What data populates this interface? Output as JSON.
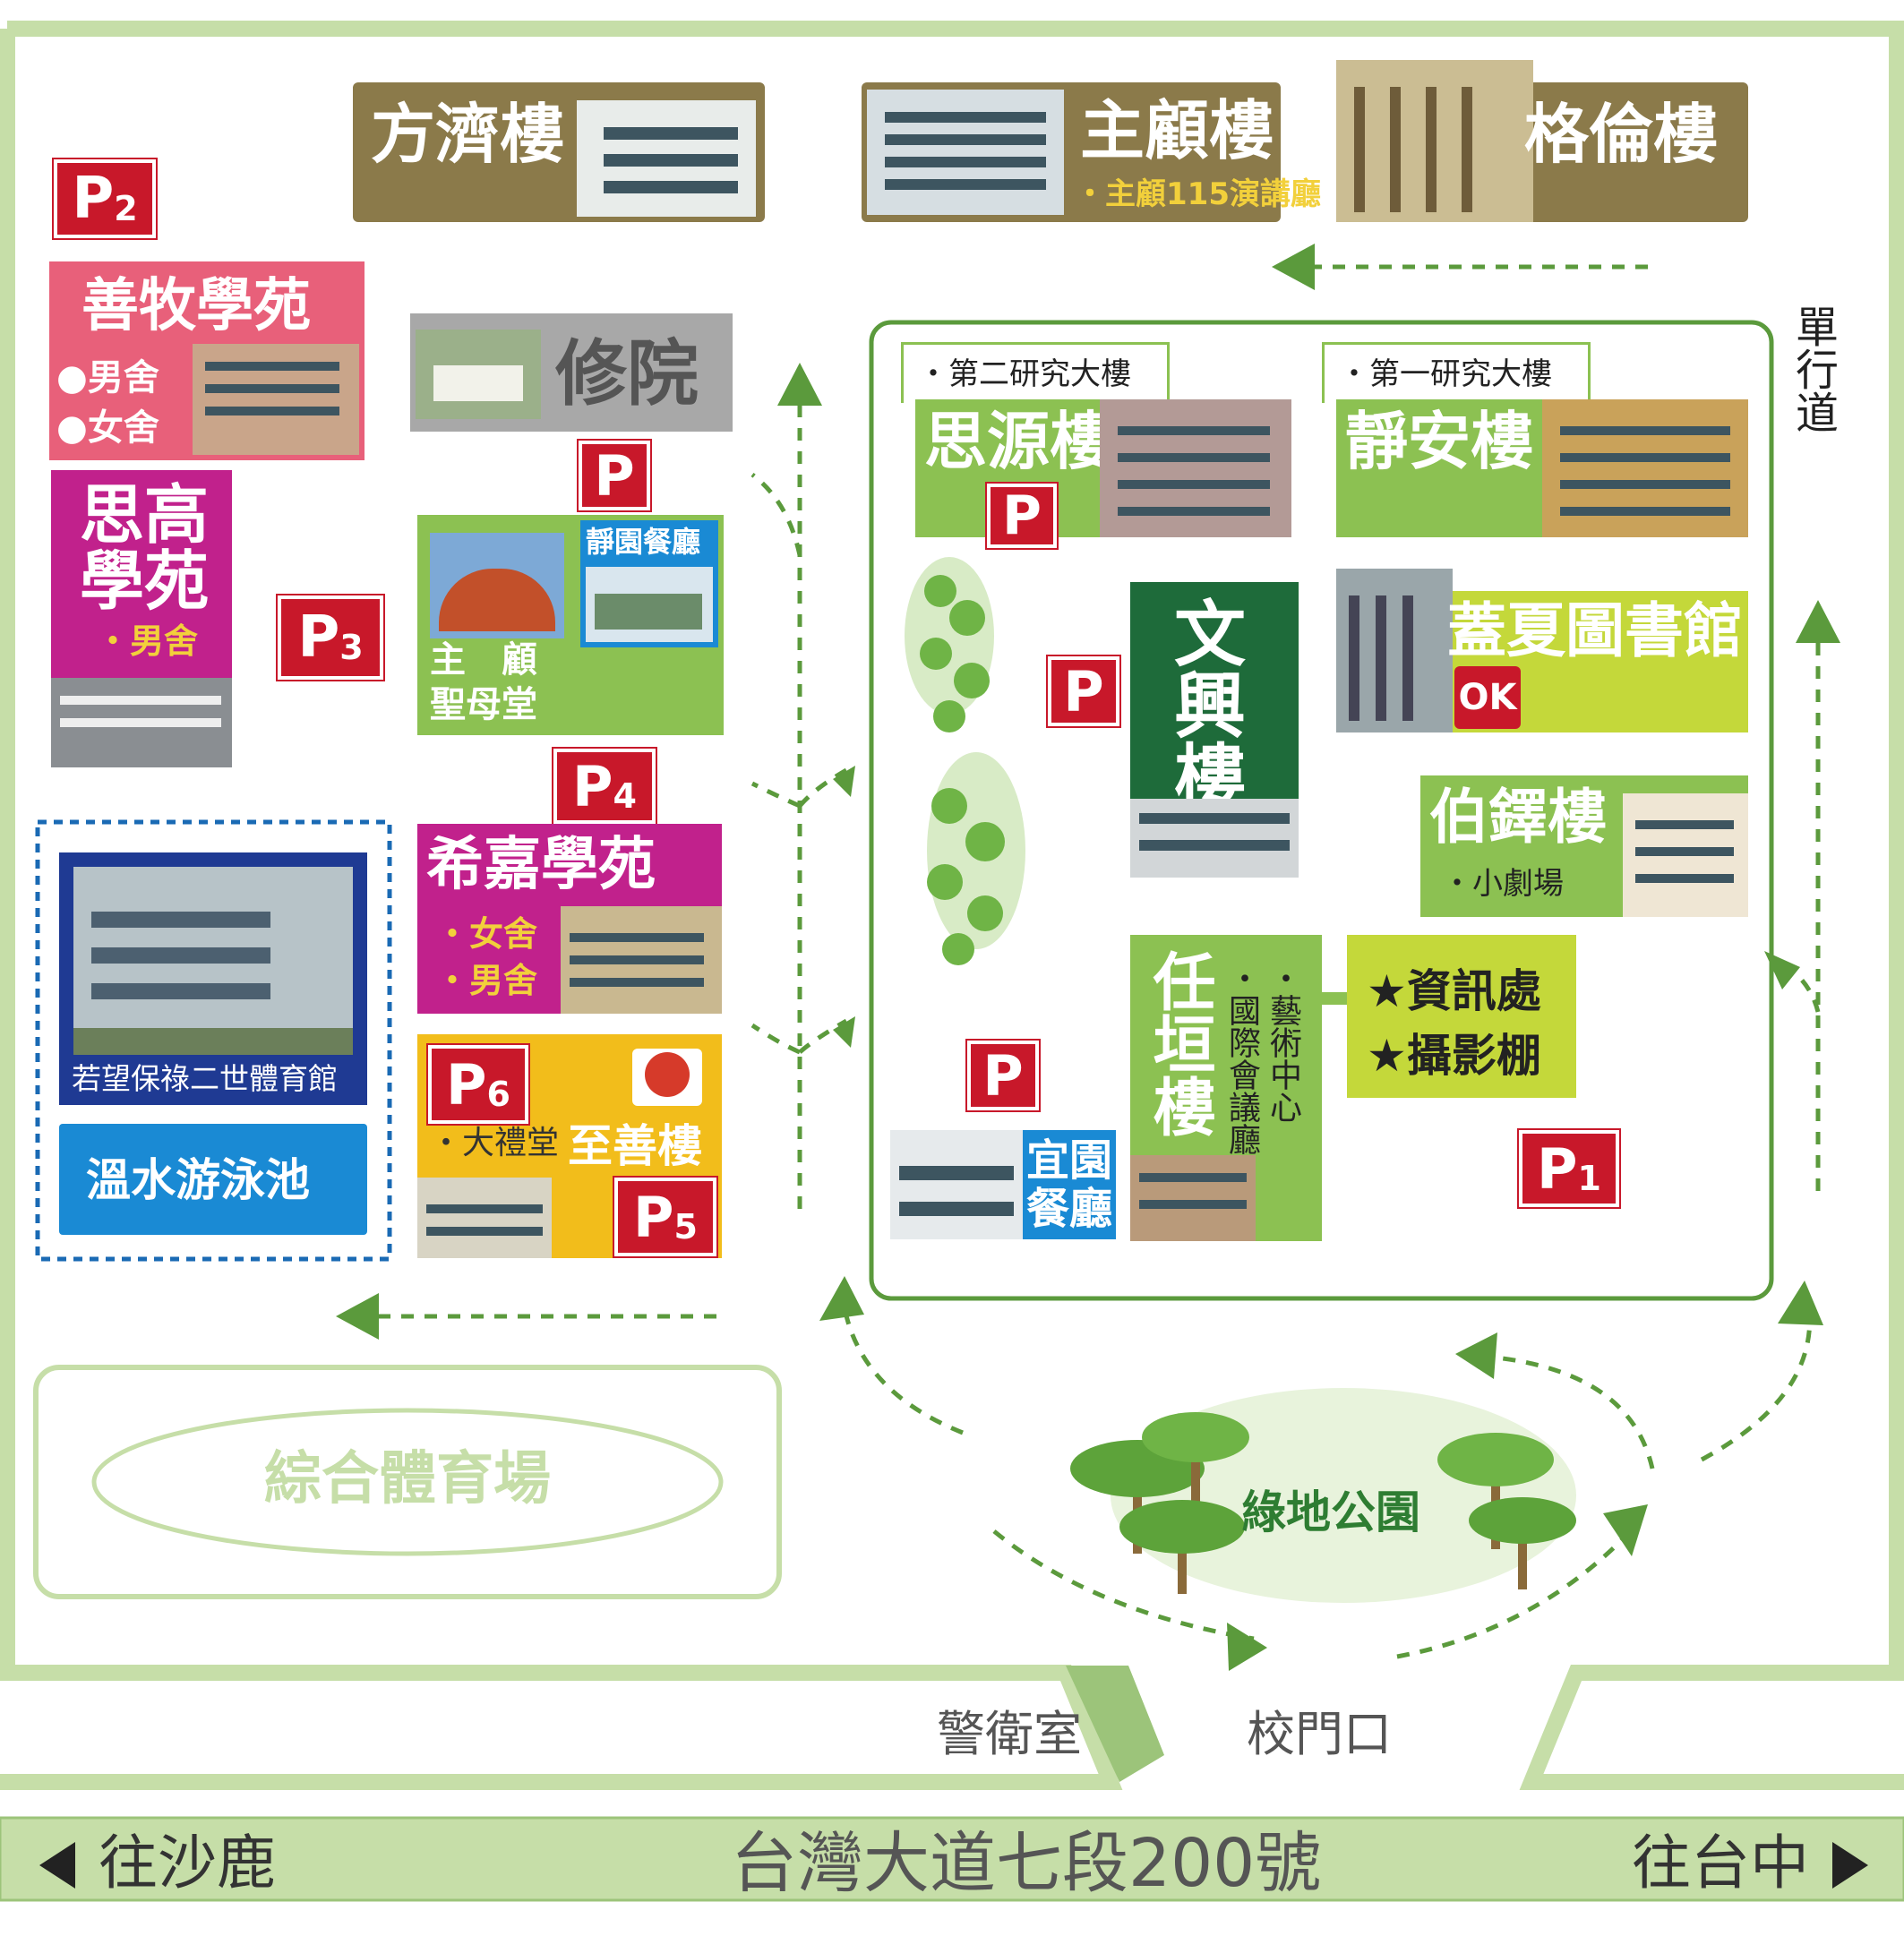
{
  "colors": {
    "frame": "#c6dea8",
    "arrow": "#5b9a3c",
    "olive": "#8b7a4a",
    "lime": "#8cc152",
    "yellow_green": "#c4d83a",
    "dark_green": "#1e6b3a",
    "pink": "#e8607a",
    "magenta": "#c1218c",
    "yellow": "#f2bd1b",
    "navy": "#1f3a93",
    "blue": "#1a8ad4",
    "gray": "#a8a8a8",
    "parking_red": "#c8182a"
  },
  "top_buildings": {
    "fangji": "方濟樓",
    "zhugu": "主顧樓",
    "zhugu_sub": "・主顧115演講廳",
    "gelun": "格倫樓"
  },
  "one_way": "單行道",
  "left_side": {
    "shanmu": "善牧學苑",
    "shanmu_male": "●男舍",
    "shanmu_female": "●女舍",
    "xiuyuan": "修院",
    "sigao_line1": "思高",
    "sigao_line2": "學苑",
    "sigao_sub": "・男舍",
    "chapel_line1": "主　顧",
    "chapel_line2": "聖母堂",
    "jingyuan": "靜園餐廳",
    "xijia": "希嘉學苑",
    "xijia_female": "・女舍",
    "xijia_male": "・男舍",
    "auditorium": "・大禮堂",
    "zhishan": "至善樓",
    "gym": "若望保祿二世體育館",
    "pool": "溫水游泳池",
    "stadium": "綜合體育場"
  },
  "right_side": {
    "research2": "・第二研究大樓",
    "siyuan": "思源樓",
    "research1": "・第一研究大樓",
    "jingan": "靜安樓",
    "wenxing": "文興樓",
    "gaixia": "蓋夏圖書館",
    "ok": "OK",
    "boduo": "伯鐸樓",
    "boduo_sub": "・小劇場",
    "renyuan": "任垣樓",
    "renyuan_sub1": "・國際會議廳",
    "renyuan_sub2": "・藝術中心",
    "info_office": "★資訊處",
    "studio": "★攝影棚",
    "yiyuan_line1": "宜園",
    "yiyuan_line2": "餐廳",
    "park_name": "綠地公園"
  },
  "parking": {
    "letter": "P",
    "p1": "1",
    "p2": "2",
    "p3": "3",
    "p4": "4",
    "p5": "5",
    "p6": "6"
  },
  "bottom": {
    "guard": "警衛室",
    "gate": "校門口",
    "to_shalu": "往沙鹿",
    "address": "台灣大道七段200號",
    "to_taichung": "往台中"
  }
}
